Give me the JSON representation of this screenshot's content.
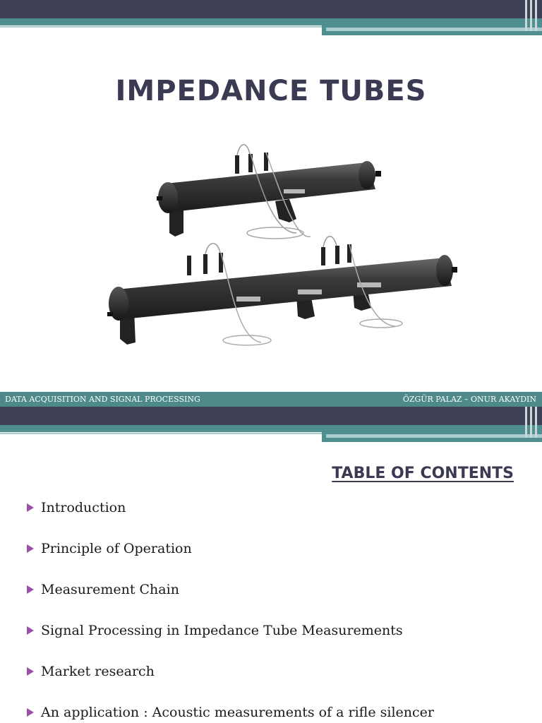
{
  "slide1": {
    "title": "IMPEDANCE TUBES",
    "footer": {
      "left": "DATA ACQUISITION AND SIGNAL PROCESSING",
      "right": "ÖZGÜR PALAZ – ONUR AKAYDIN"
    },
    "image_icon": "impedance-tube-photo"
  },
  "slide2": {
    "toc_title": "TABLE OF CONTENTS",
    "items": [
      "Introduction",
      "Principle of Operation",
      "Measurement Chain",
      "Signal Processing in Impedance Tube Measurements",
      "Market research",
      "An application : Acoustic measurements of a rifle silencer"
    ]
  },
  "colors": {
    "header_dark": "#3f3f57",
    "header_teal": "#4f8f8f",
    "footer_teal": "#4f8a8a",
    "title_text": "#3a3a52",
    "bullet": "#9a4fa8"
  }
}
